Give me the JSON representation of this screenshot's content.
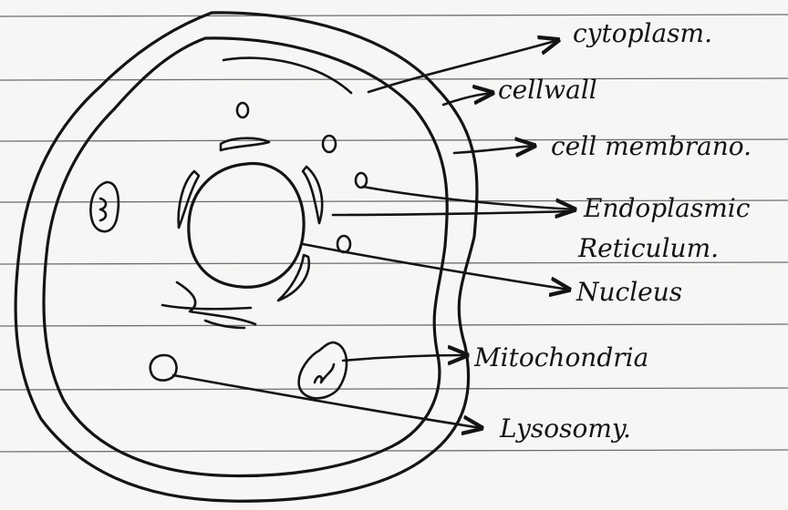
{
  "labels": {
    "cytoplasm": "cytoplasm.",
    "cell_wall": "cellwall",
    "cell_membrane": "cell membrano.",
    "endoplasmic_1": "Endoplasmic",
    "endoplasmic_2": "Reticulum.",
    "nucleus": "Nucleus",
    "mitochondria": "Mitochondria",
    "lysosome": "Lysosomy."
  },
  "colors": {
    "paper": "#f6f6f4",
    "ink": "#141414",
    "ruled_line": "#6e6e6e"
  }
}
